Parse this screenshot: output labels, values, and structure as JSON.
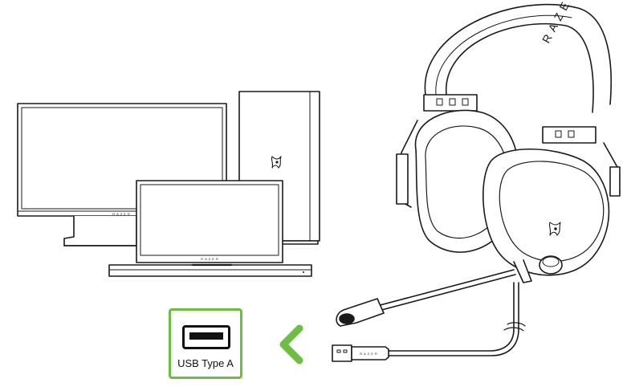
{
  "connection": {
    "port_label": "USB Type A",
    "port_icon": "usb-port-icon",
    "direction_icon": "chevron-left-icon",
    "accent_color": "#6fbe44"
  },
  "devices": {
    "monitor_logo": "RAZER",
    "laptop_logo": "RAZER",
    "cable_logo": "RAZER",
    "headband_logo": "RAZER"
  }
}
